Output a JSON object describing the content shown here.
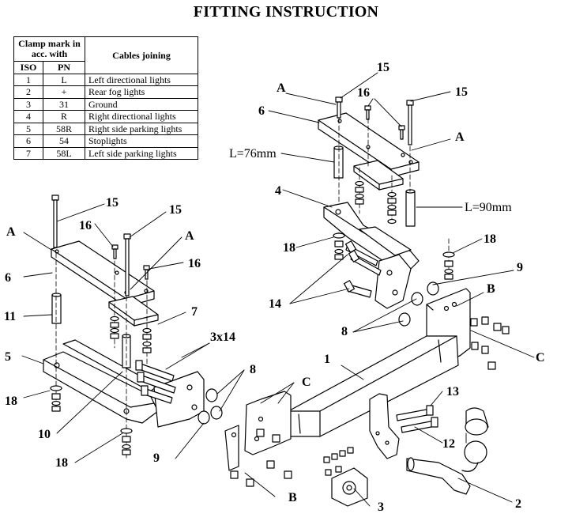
{
  "title": "FITTING INSTRUCTION",
  "table": {
    "header_clamp": "Clamp mark in acc. with",
    "header_cables": "Cables joining",
    "header_iso": "ISO",
    "header_pn": "PN",
    "rows": [
      {
        "iso": "1",
        "pn": "L",
        "cable": "Left directional lights"
      },
      {
        "iso": "2",
        "pn": "+",
        "cable": "Rear fog lights"
      },
      {
        "iso": "3",
        "pn": "31",
        "cable": "Ground"
      },
      {
        "iso": "4",
        "pn": "R",
        "cable": "Right directional lights"
      },
      {
        "iso": "5",
        "pn": "58R",
        "cable": "Right side parking lights"
      },
      {
        "iso": "6",
        "pn": "54",
        "cable": "Stoplights"
      },
      {
        "iso": "7",
        "pn": "58L",
        "cable": "Left side parking lights"
      }
    ]
  },
  "labels": {
    "l15a": "15",
    "l16a": "16",
    "l15b": "15",
    "lA1": "A",
    "l6a": "6",
    "lA2": "A",
    "lL76": "L=76mm",
    "l4": "4",
    "lL90": "L=90mm",
    "l18a": "18",
    "l18b": "18",
    "l14": "14",
    "l9a": "9",
    "lB1": "B",
    "l8a": "8",
    "lC1": "C",
    "l15c": "15",
    "l15d": "15",
    "lA3": "A",
    "l16b": "16",
    "lA4": "A",
    "l16c": "16",
    "l6b": "6",
    "l11": "11",
    "l7": "7",
    "l3x14": "3x14",
    "l5": "5",
    "l1": "1",
    "l8b": "8",
    "lC2": "C",
    "l18c": "18",
    "l10": "10",
    "l18d": "18",
    "l9b": "9",
    "l13": "13",
    "l12": "12",
    "lB2": "B",
    "l3": "3",
    "l2": "2"
  }
}
